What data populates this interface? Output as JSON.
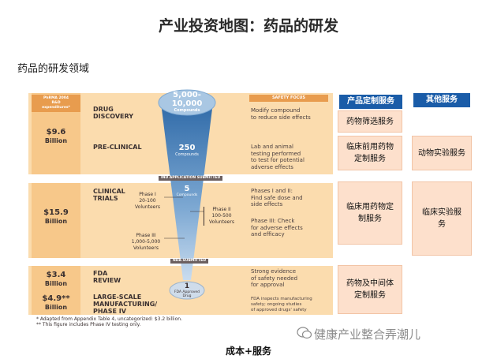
{
  "title": "产业投资地图：药品的研发",
  "subtitle": "药品的研发领域",
  "chart": {
    "left_header": [
      "PhRMA 2004",
      "R&D",
      "expenditures*"
    ],
    "right_header": "SAFETY FOCUS",
    "funnel_top": [
      "5,000-",
      "10,000"
    ],
    "funnel_top_sub": "Compounds",
    "funnel_mid": "250",
    "funnel_mid_sub": "Compounds",
    "funnel_low": "5",
    "funnel_low_sub": "Compounds",
    "funnel_end": "1",
    "funnel_end_sub": [
      "FDA Approved",
      "Drug"
    ],
    "ind_label": "IND APPLICATION SUBMITTED",
    "nda_label": "NDA SUBMITTED",
    "money1": [
      "$9.6",
      "Billion"
    ],
    "money2": [
      "$15.9",
      "Billion"
    ],
    "money3": [
      "$3.4",
      "Billion"
    ],
    "money4": [
      "$4.9**",
      "Billion"
    ],
    "stage1": [
      "DRUG",
      "DISCOVERY"
    ],
    "stage2": "PRE-CLINICAL",
    "stage3": [
      "CLINICAL",
      "TRIALS"
    ],
    "stage4": [
      "FDA",
      "REVIEW"
    ],
    "stage5": [
      "LARGE-SCALE",
      "MANUFACTURING/",
      "PHASE IV"
    ],
    "phase1": [
      "Phase I",
      "20-100",
      "Volunteers"
    ],
    "phase2": [
      "Phase II",
      "100-500",
      "Volunteers"
    ],
    "phase3": [
      "Phase III",
      "1,000-5,000",
      "Volunteers"
    ],
    "desc1": [
      "Modify compound",
      "to reduce side effects"
    ],
    "desc2": [
      "Lab and animal",
      "testing performed",
      "to test for potential",
      "adverse effects"
    ],
    "desc3": [
      "Phases I and II:",
      "Find safe dose and",
      "side effects"
    ],
    "desc4": [
      "Phase III: Check",
      "for adverse effects",
      "and efficacy"
    ],
    "desc5": [
      "Strong evidence",
      "of safety needed",
      "for approval"
    ],
    "desc6": [
      "FDA inspects manufacturing",
      "safety; ongoing studies",
      "of approved drugs' safety"
    ],
    "foot1": "* Adapted from Appendix Table 4, uncategorized: $3.2 billion.",
    "foot2": "** This figure includes Phase IV testing only."
  },
  "headers": {
    "custom": "产品定制服务",
    "other": "其他服务"
  },
  "custom_boxes": [
    [
      "药物筛选服务"
    ],
    [
      "临床前用药物",
      "定制服务"
    ],
    [
      "临床用药物定",
      "制服务"
    ],
    [
      "药物及中间体",
      "定制服务"
    ]
  ],
  "other_boxes": [
    [
      "动物实验服务"
    ],
    [
      "临床实验服",
      "务"
    ]
  ],
  "watermark": "健康产业整合弄潮儿",
  "bottom_label": "成本+服务",
  "colors": {
    "header_blue": "#1a5ca8",
    "box_fill": "#fde0cc",
    "band": "#fbdcae",
    "funnel_blue": "#5a8fc2"
  }
}
